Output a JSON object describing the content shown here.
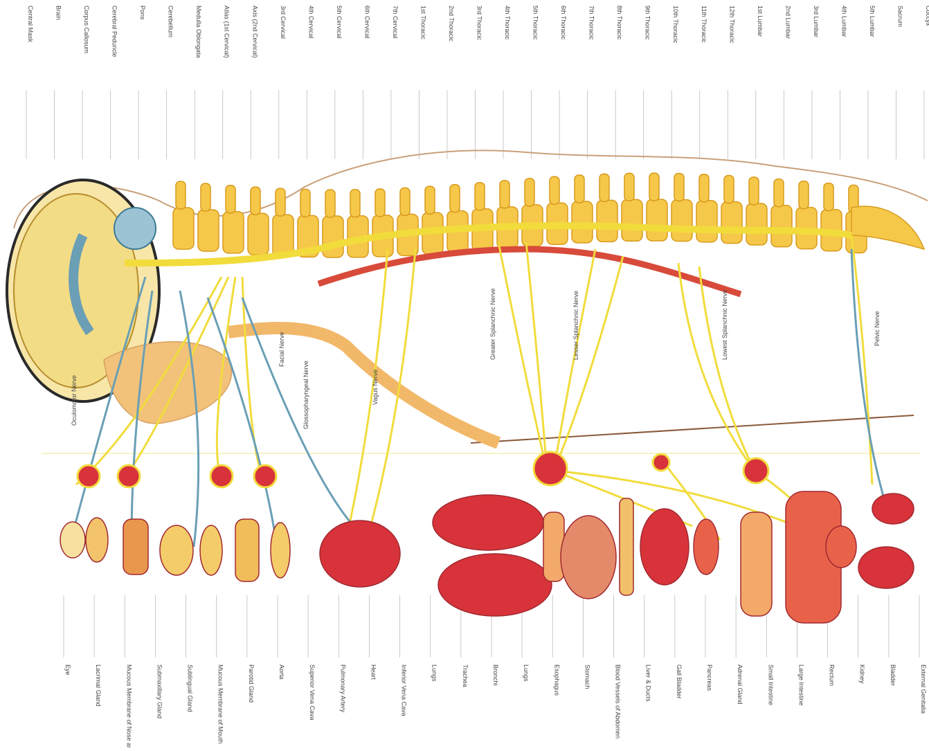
{
  "top_labels": [
    "Central Mask",
    "Brain",
    "Corpus Callosum",
    "Cerebral Peduncle",
    "Pons",
    "Cerebellum",
    "Medulla Oblongata",
    "Atlas (1st Cervical)",
    "Axis (2nd Cervical)",
    "3rd Cervical",
    "4th Cervical",
    "5th Cervical",
    "6th Cervical",
    "7th Cervical",
    "1st Thoracic",
    "2nd Thoracic",
    "3rd Thoracic",
    "4th Thoracic",
    "5th Thoracic",
    "6th Thoracic",
    "7th Thoracic",
    "8th Thoracic",
    "9th Thoracic",
    "10th Thoracic",
    "11th Thoracic",
    "12th Thoracic",
    "1st Lumbar",
    "2nd Lumbar",
    "3rd Lumbar",
    "4th Lumbar",
    "5th Lumbar",
    "Sacrum",
    "Coccyx"
  ],
  "bottom_labels": [
    "Eye",
    "Lacrimal Gland",
    "Mucous Membrane of Nose and Palate",
    "Submaxillary Gland",
    "Sublingual Gland",
    "Mucous Membrane of Mouth",
    "Parotid Gland",
    "Aorta",
    "Superior Vena Cava",
    "Pulmonary Artery",
    "Heart",
    "Inferior Vena Cava",
    "Lungs",
    "Trachea",
    "Bronchi",
    "Lungs",
    "Esophagus",
    "Stomach",
    "Blood Vessels of Abdomen",
    "Liver & Ducts",
    "Gall Bladder",
    "Pancreas",
    "Adrenal Gland",
    "Small Intestine",
    "Large Intestine",
    "Rectum",
    "Kidney",
    "Bladder",
    "External Genitalia"
  ],
  "nerve_labels": [
    "Greater Splanchnic Nerve",
    "Lesser Splanchnic Nerve",
    "Lowest Splanchnic Nerve",
    "Pelvic Nerve",
    "Vagus Nerve",
    "Glossopharyngeal Nerve",
    "Facial Nerve",
    "Oculomotor Nerve"
  ],
  "colors": {
    "nerve": "#f1dc3c",
    "vessel": "#6a9fb5",
    "organ": "#d8333a",
    "spine": "#f3bf40",
    "aorta": "#d84a3a",
    "skin": "#f2c27a"
  }
}
